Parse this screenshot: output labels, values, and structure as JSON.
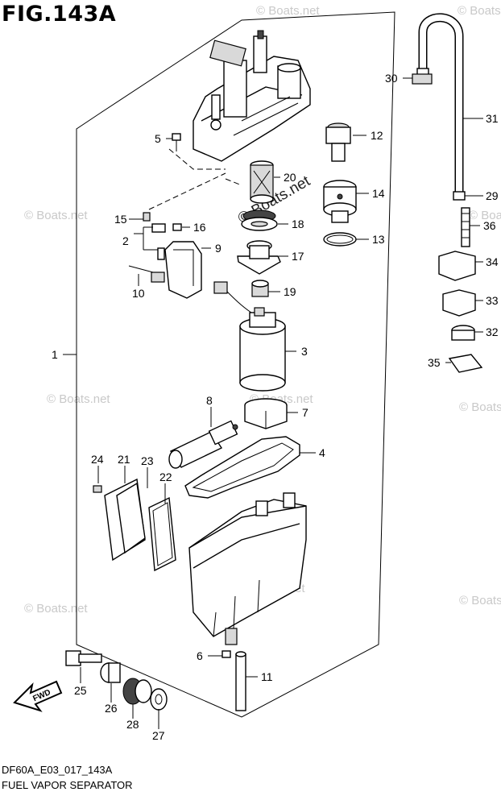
{
  "figure_title": "FIG.143A",
  "drawing_code": "DF60A_E03_017_143A",
  "caption": "FUEL VAPOR SEPARATOR",
  "watermark": "© Boats.net",
  "fwd_label": "FWD",
  "callouts": [
    "1",
    "2",
    "3",
    "4",
    "5",
    "6",
    "7",
    "8",
    "9",
    "10",
    "11",
    "12",
    "13",
    "14",
    "15",
    "16",
    "17",
    "18",
    "19",
    "20",
    "21",
    "22",
    "23",
    "24",
    "25",
    "26",
    "27",
    "28",
    "29",
    "30",
    "31",
    "32",
    "33",
    "34",
    "35",
    "36"
  ]
}
